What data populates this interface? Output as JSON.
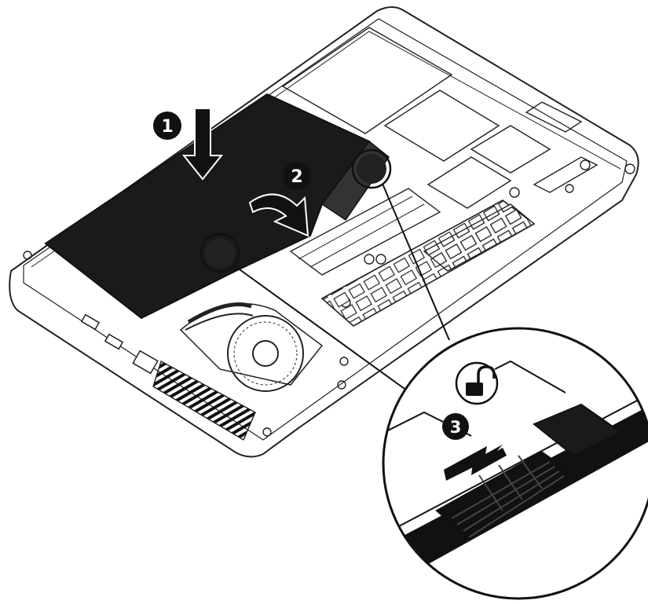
{
  "steps": {
    "step1": {
      "label": "1"
    },
    "step2": {
      "label": "2"
    },
    "step3": {
      "label": "3"
    }
  },
  "icons": {
    "unlock": "unlock-icon"
  },
  "colors": {
    "ink": "#111111",
    "battery": "#1a1a1a",
    "line": "#222222",
    "background": "#ffffff"
  }
}
